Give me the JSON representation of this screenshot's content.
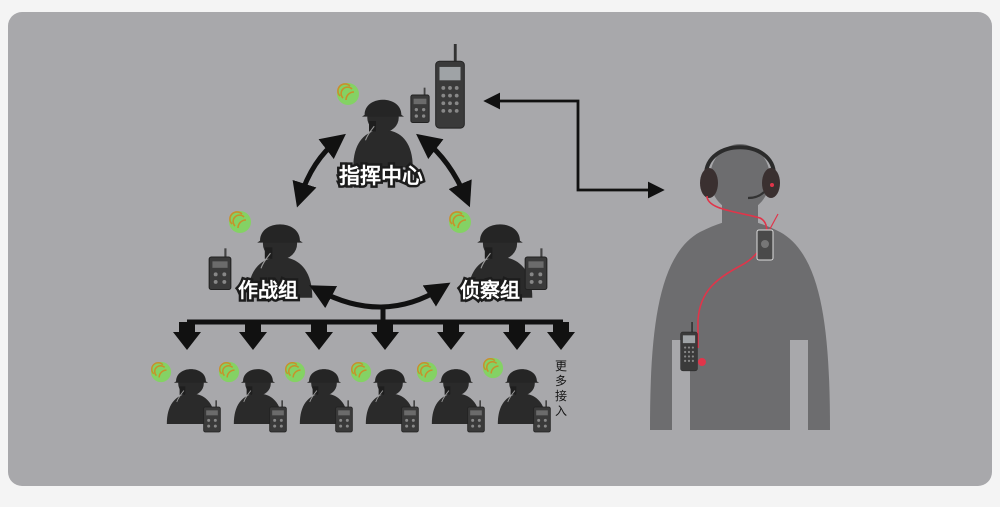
{
  "labels": {
    "command_center": "指挥中心",
    "combat_group": "作战组",
    "recon_group": "侦察组",
    "more_access": [
      "更",
      "多",
      "接",
      "入"
    ]
  },
  "colors": {
    "background": "#a8a8ab",
    "panel_border": "#ffffff",
    "silhouette": "#2a2a2a",
    "radio": "#3a3a3a",
    "signal_green": "#7ed957",
    "signal_orange": "#c8902a",
    "arrow": "#111111",
    "person_right": "#6d6d6f",
    "cable_red": "#e0354a"
  },
  "icons": {
    "signal": "signal-waves-icon",
    "radio": "walkie-talkie-icon",
    "handheld": "handheld-radio-icon",
    "headset": "headset-icon",
    "ptt": "ptt-button-icon"
  }
}
